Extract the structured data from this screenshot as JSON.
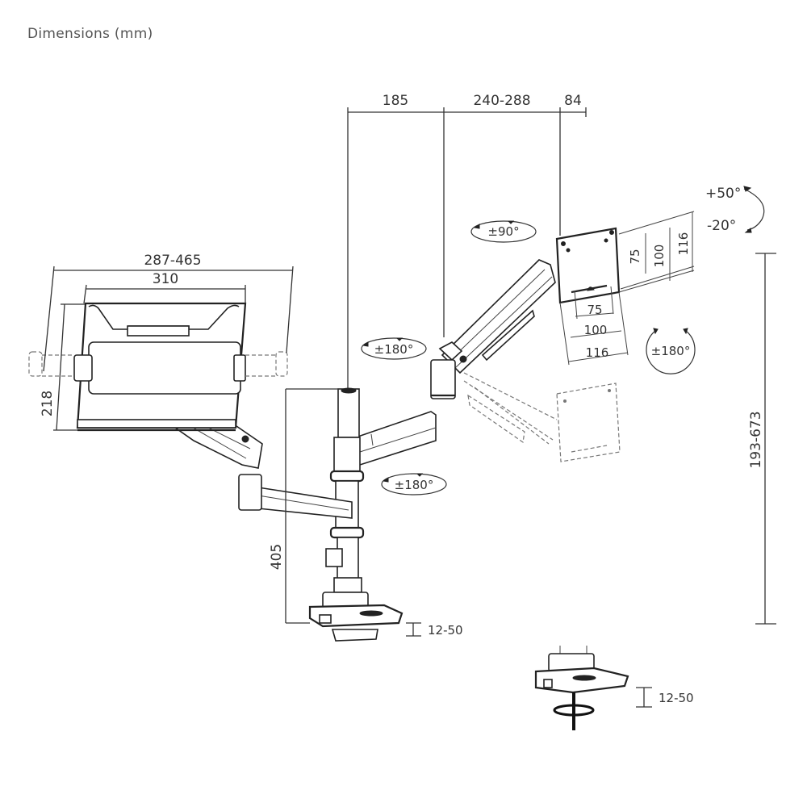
{
  "title": "Dimensions (mm)",
  "dimensions": {
    "top_offset_1": "185",
    "top_offset_2": "240-288",
    "top_offset_3": "84",
    "laptop_tray_width_range": "287-465",
    "laptop_tray_width": "310",
    "laptop_tray_depth": "218",
    "pole_height": "405",
    "height_range": "193-673",
    "vesa_inner_v": "75",
    "vesa_mid_v": "100",
    "vesa_outer_v": "116",
    "vesa_inner_h": "75",
    "vesa_mid_h": "100",
    "vesa_outer_h": "116",
    "clamp_thickness": "12-50",
    "grommet_thickness": "12-50"
  },
  "rotations": {
    "tilt_up": "+50°",
    "tilt_down": "-20°",
    "monitor_swivel": "±90°",
    "monitor_rotation": "±180°",
    "upper_arm_swivel": "±180°",
    "lower_arm_swivel": "±180°"
  }
}
